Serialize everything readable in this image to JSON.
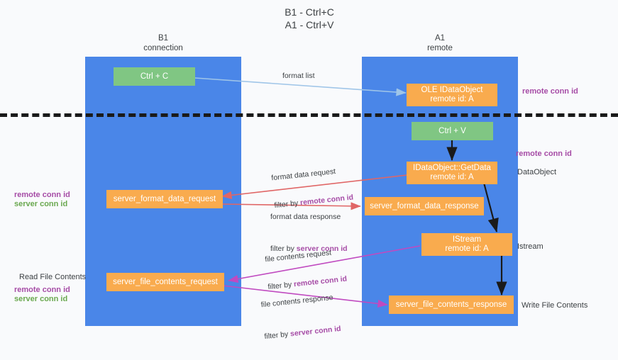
{
  "diagram": {
    "title_line1": "B1 - Ctrl+C",
    "title_line2": "A1 - Ctrl+V",
    "columns": [
      {
        "name": "B1",
        "role": "connection"
      },
      {
        "name": "A1",
        "role": "remote"
      }
    ],
    "colors": {
      "lane": "#4a86e8",
      "green_box": "#80c683",
      "orange_box": "#f9ab4e",
      "remote_conn_id": "#a64ca6",
      "server_conn_id": "#6aa84f",
      "arrow_format_list": "#9fc5e8",
      "arrow_format_data": "#e06666",
      "arrow_file_contents": "#c04ac0",
      "arrow_local": "#1a1a1a",
      "divider": "#1a1a1a"
    },
    "boxes": [
      {
        "id": "ctrl-c",
        "label": "Ctrl + C",
        "kind": "green"
      },
      {
        "id": "ole-idataobject",
        "label_line1": "OLE IDataObject",
        "label_line2": "remote id: A",
        "kind": "orange"
      },
      {
        "id": "ctrl-v",
        "label": "Ctrl + V",
        "kind": "green"
      },
      {
        "id": "idataobject-getdata",
        "label_line1": "IDataObject::GetData",
        "label_line2": "remote id: A",
        "kind": "orange"
      },
      {
        "id": "server-format-data-request",
        "label": "server_format_data_request",
        "kind": "orange"
      },
      {
        "id": "server-format-data-response",
        "label": "server_format_data_response",
        "kind": "orange"
      },
      {
        "id": "istream",
        "label_line1": "IStream",
        "label_line2": "remote id: A",
        "kind": "orange"
      },
      {
        "id": "server-file-contents-request",
        "label": "server_file_contents_request",
        "kind": "orange"
      },
      {
        "id": "server-file-contents-response",
        "label": "server_file_contents_response",
        "kind": "orange"
      }
    ],
    "arrow_labels": [
      {
        "id": "format-list",
        "line1": "format list",
        "line2": "",
        "line2_key": ""
      },
      {
        "id": "format-data-request",
        "line1": "format data request",
        "filter_prefix": "filter by ",
        "filter_key": "remote conn id"
      },
      {
        "id": "format-data-response",
        "line1": "format data response",
        "filter_prefix": "filter by ",
        "filter_key": "server conn id"
      },
      {
        "id": "file-contents-request",
        "line1": "file contents request",
        "filter_prefix": "filter by ",
        "filter_key": "remote conn id"
      },
      {
        "id": "file-contents-response",
        "line1": "file contents response",
        "filter_prefix": "filter by ",
        "filter_key": "server conn id"
      }
    ],
    "right_annotations": [
      {
        "id": "right-remote-conn-id-top",
        "text": "remote conn id",
        "color": "purple"
      },
      {
        "id": "right-remote-conn-id-mid",
        "text": "remote conn id",
        "color": "purple"
      },
      {
        "id": "right-dataobject",
        "text": "DataObject",
        "color": "dark"
      },
      {
        "id": "right-istream",
        "text": "Istream",
        "color": "dark"
      },
      {
        "id": "right-write-file-contents",
        "text": "Write File Contents",
        "color": "dark"
      }
    ],
    "left_annotations": [
      {
        "id": "left-remote-conn-id",
        "text": "remote conn id",
        "color": "purple"
      },
      {
        "id": "left-server-conn-id",
        "text": "server conn id",
        "color": "green"
      },
      {
        "id": "left-read-file-contents",
        "text": "Read File Contents",
        "color": "dark"
      },
      {
        "id": "left-remote-conn-id-2",
        "text": "remote conn id",
        "color": "purple"
      },
      {
        "id": "left-server-conn-id-2",
        "text": "server conn id",
        "color": "green"
      }
    ]
  }
}
